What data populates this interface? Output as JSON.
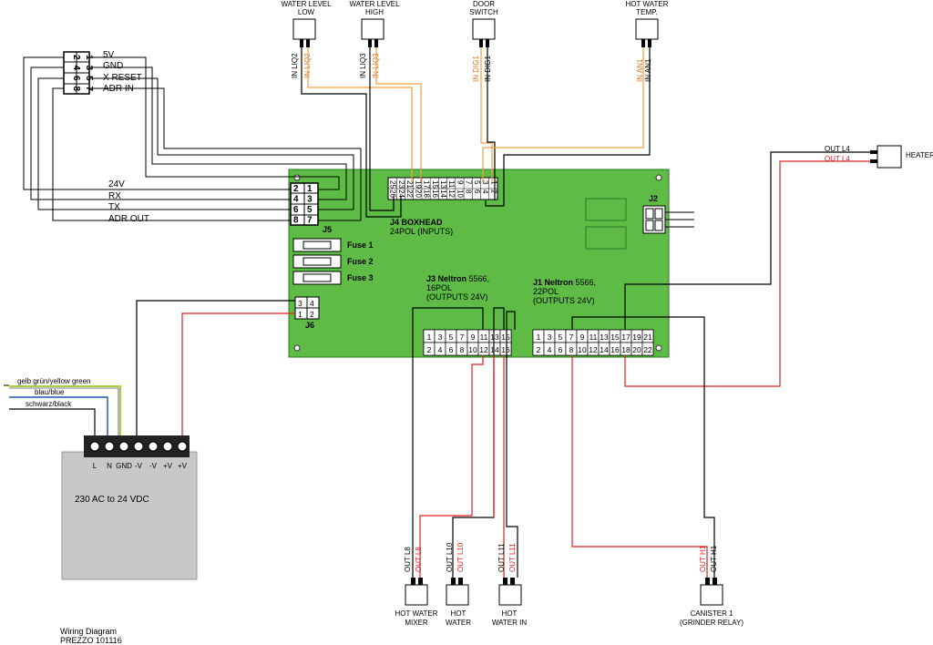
{
  "sensors": [
    {
      "label1": "WATER LEVEL",
      "label2": "LOW",
      "wire_black": "IN LIQ2",
      "wire_orange": "IN LIQ2"
    },
    {
      "label1": "WATER LEVEL",
      "label2": "HIGH",
      "wire_black": "IN LIQ3",
      "wire_orange": "IN LIQ3"
    },
    {
      "label1": "DOOR",
      "label2": "SWITCH",
      "wire_orange": "IN DIG1",
      "wire_black": "IN DIG1"
    },
    {
      "label1": "HOT WATER",
      "label2": "TEMP.",
      "wire_orange": "IN AN1",
      "wire_black": "IN AN1"
    }
  ],
  "left_connector": {
    "pins_top": [
      "1",
      "3",
      "5",
      "7"
    ],
    "pins_bottom": [
      "2",
      "4",
      "6",
      "8"
    ],
    "signals": [
      "5V",
      "GND",
      "X RESET",
      "ADR IN"
    ]
  },
  "j5": {
    "name": "J5",
    "pins_top": [
      "1",
      "3",
      "5",
      "7"
    ],
    "pins_bottom": [
      "2",
      "4",
      "6",
      "8"
    ],
    "signals": [
      "24V",
      "RX",
      "TX",
      "ADR OUT"
    ]
  },
  "j4": {
    "title": "J4 BOXHEAD",
    "subtitle": "24POL (INPUTS)",
    "pins_top": [
      "25",
      "23",
      "21",
      "19",
      "17",
      "15",
      "13",
      "11",
      "9",
      "7",
      "5",
      "3",
      "1"
    ],
    "pins_bottom": [
      "26",
      "24",
      "22",
      "20",
      "18",
      "16",
      "14",
      "12",
      "10",
      "8",
      "6",
      "4",
      "2"
    ]
  },
  "j2": {
    "name": "J2"
  },
  "fuses": [
    "Fuse 1",
    "Fuse 2",
    "Fuse 3"
  ],
  "j6": {
    "name": "J6",
    "pins_top": [
      "3",
      "4"
    ],
    "pins_bottom": [
      "1",
      "2"
    ]
  },
  "j3": {
    "title": "J3 Neltron",
    "title_rest": " 5566,",
    "line2": "16POL",
    "line3": "(OUTPUTS 24V)",
    "pins_top": [
      "1",
      "3",
      "5",
      "7",
      "9",
      "11",
      "13",
      "15"
    ],
    "pins_bottom": [
      "2",
      "4",
      "6",
      "8",
      "10",
      "12",
      "14",
      "16"
    ]
  },
  "j1": {
    "title": "J1 Neltron",
    "title_rest": " 5566,",
    "line2": "22POL",
    "line3": "(OUTPUTS 24V)",
    "pins_top": [
      "1",
      "3",
      "5",
      "7",
      "9",
      "11",
      "13",
      "15",
      "17",
      "19",
      "21"
    ],
    "pins_bottom": [
      "2",
      "4",
      "6",
      "8",
      "10",
      "12",
      "14",
      "16",
      "18",
      "20",
      "22"
    ]
  },
  "heater": {
    "label": "HEATER",
    "wire_black": "OUT L4",
    "wire_red": "OUT L4"
  },
  "mains": {
    "wires": [
      "gelb grün/yellow green",
      "blau/blue",
      "schwarz/black"
    ]
  },
  "psu": {
    "title": "230 AC to 24 VDC",
    "terminals": [
      "L",
      "N",
      "GND",
      "-V",
      "-V",
      "+V",
      "+V"
    ]
  },
  "outputs": [
    {
      "label1": "HOT WATER",
      "label2": "MIXER",
      "wire_black": "OUT L8",
      "wire_red": "OUT L8"
    },
    {
      "label1": "HOT",
      "label2": "WATER",
      "wire_black": "OUT L10",
      "wire_red": "OUT L10"
    },
    {
      "label1": "HOT",
      "label2": "WATER IN",
      "wire_black": "OUT L11",
      "wire_red": "OUT L11"
    },
    {
      "label1": "CANISTER 1",
      "label2": "(GRINDER RELAY)",
      "wire_red": "OUT H1",
      "wire_black": "OUT H1"
    }
  ],
  "footer": {
    "line1": "Wiring Diagram",
    "line2": "PREZZO 101116"
  },
  "colors": {
    "board": "#5dbb46",
    "orange": "#f0a040",
    "red": "#e02020",
    "green_yellow": "#a8d040",
    "blue": "#2050b0"
  }
}
